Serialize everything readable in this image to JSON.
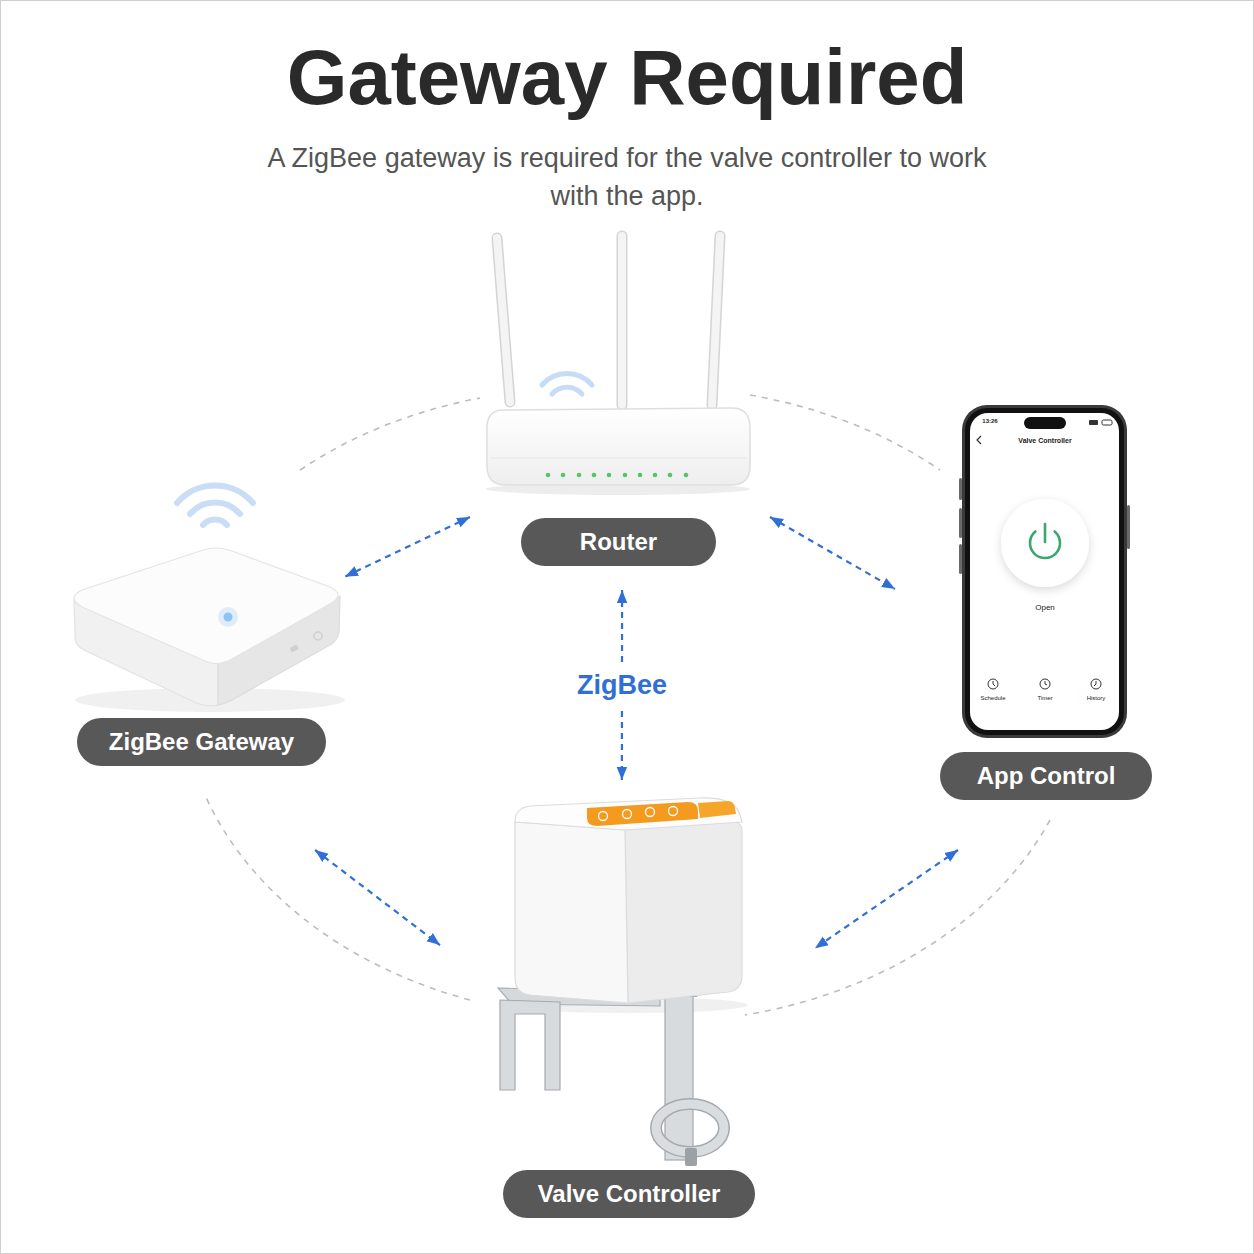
{
  "diagram": {
    "title": "Gateway Required",
    "caption": "A ZigBee gateway is required for the valve controller to work with the app.",
    "nodes": [
      {
        "text": [
          "Router"
        ]
      },
      {
        "text": [
          "ZigBee Gateway"
        ]
      },
      {
        "text": [
          "App Control"
        ]
      },
      {
        "text": [
          "Valve Controller"
        ]
      }
    ],
    "edges": [
      {
        "from": 0,
        "to": 1,
        "arrow": "both"
      },
      {
        "from": 0,
        "to": 2,
        "arrow": "both"
      },
      {
        "from": 0,
        "to": 3,
        "label": "ZigBee",
        "arrow": "both"
      },
      {
        "from": 1,
        "to": 3,
        "arrow": "both"
      },
      {
        "from": 2,
        "to": 3,
        "arrow": "both"
      }
    ],
    "labels": [
      "13:26",
      "Valve Controller",
      "Open",
      "Schedule",
      "Timer",
      "History"
    ]
  }
}
